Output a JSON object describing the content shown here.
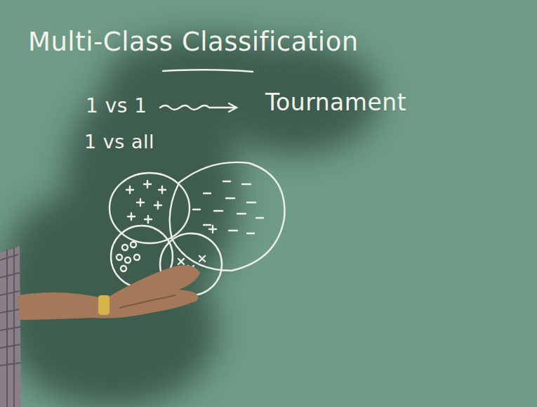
{
  "diagram": {
    "title": "Multi-Class Classification",
    "labels": [
      "1 vs 1",
      "Tournament",
      "1 vs all"
    ]
  }
}
